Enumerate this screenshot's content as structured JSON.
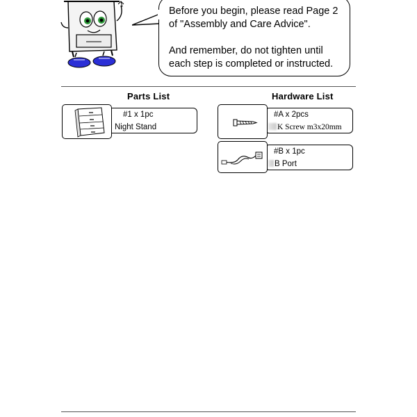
{
  "speech": {
    "line1": "Before you begin, please read Page 2",
    "line2": "of \"Assembly and Care Advice\".",
    "line3": "And remember, do not tighten until",
    "line4": "each step is completed or instructed."
  },
  "parts_list": {
    "title": "Parts  List",
    "items": [
      {
        "qty": "#1 x 1pc",
        "name": "Night Stand",
        "icon": "night-stand-icon"
      }
    ]
  },
  "hardware_list": {
    "title": "Hardware  List",
    "items": [
      {
        "qty": "#A x 2pcs",
        "name": "K Screw m3x20mm",
        "icon": "screw-icon"
      },
      {
        "qty": "#B x 1pc",
        "name": "B Port",
        "icon": "usb-cable-icon"
      }
    ]
  },
  "icons": {
    "mascot": "cartoon-night-stand-mascot",
    "shoe_color": "#2b2fd6",
    "eye_color": "#2e9b3a"
  }
}
